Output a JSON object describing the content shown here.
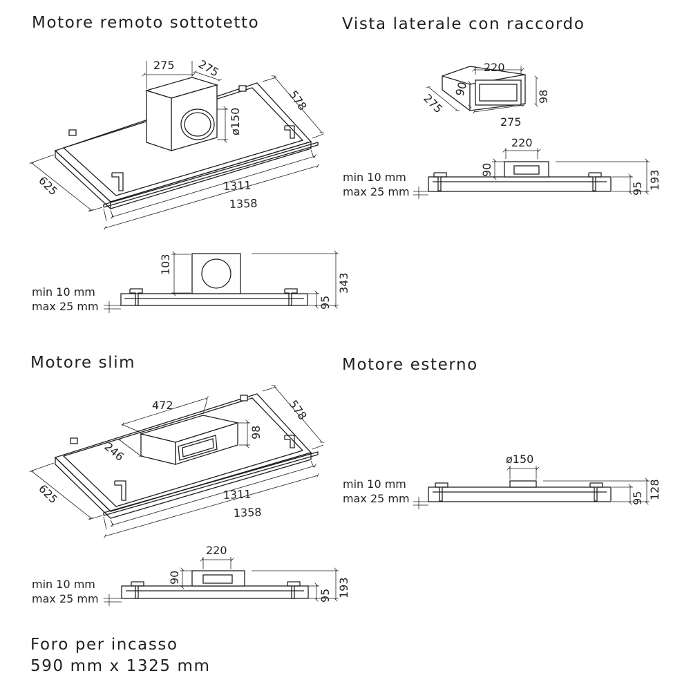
{
  "titles": {
    "remote": "Motore remoto sottotetto",
    "side": "Vista laterale con raccordo",
    "slim": "Motore slim",
    "external": "Motore esterno"
  },
  "cutout": {
    "line1": "Foro per incasso",
    "line2": "590 mm x 1325 mm"
  },
  "labels": {
    "min": "min 10 mm",
    "max": "max 25 mm"
  },
  "dims": {
    "remote_iso": {
      "box_w": "275",
      "box_d": "275",
      "diameter": "ø150",
      "depth_top": "578",
      "depth_bottom": "625",
      "inner_len": "1311",
      "outer_len": "1358"
    },
    "remote_side": {
      "offset": "103",
      "total": "343",
      "body": "95"
    },
    "side_iso": {
      "w": "220",
      "h1": "90",
      "h2": "98",
      "d1": "275",
      "d2": "275"
    },
    "side_view": {
      "w": "220",
      "h": "90",
      "total": "193",
      "body": "95"
    },
    "slim_iso": {
      "len": "472",
      "h": "98",
      "depth_fan": "246",
      "depth_top": "578",
      "depth_bottom": "625",
      "inner_len": "1311",
      "outer_len": "1358"
    },
    "slim_side": {
      "w": "220",
      "h": "90",
      "total": "193",
      "body": "95"
    },
    "external_side": {
      "diameter": "ø150",
      "total": "128",
      "body": "95"
    }
  }
}
